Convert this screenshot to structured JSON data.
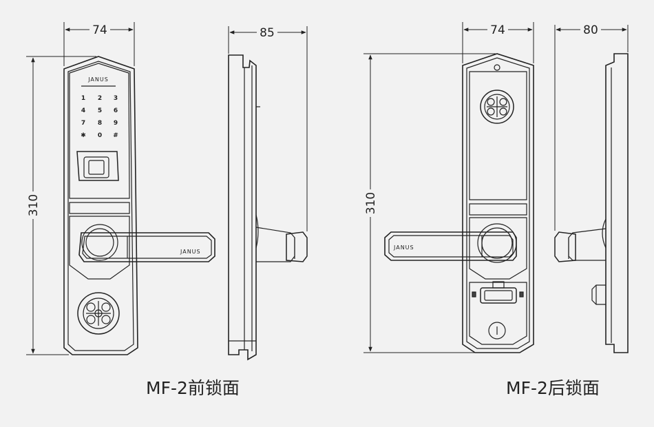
{
  "dimensions": {
    "front_width": "74",
    "front_height": "310",
    "front_side_depth": "85",
    "back_width": "74",
    "back_height": "310",
    "back_side_depth": "80"
  },
  "front_panel": {
    "brand": "JANUS",
    "handle_brand": "JANUS",
    "keypad": [
      "1",
      "2",
      "3",
      "4",
      "5",
      "6",
      "7",
      "8",
      "9",
      "✱",
      "0",
      "#"
    ]
  },
  "back_panel": {
    "handle_brand": "JANUS"
  },
  "captions": {
    "front": "MF-2前锁面",
    "back": "MF-2后锁面"
  }
}
